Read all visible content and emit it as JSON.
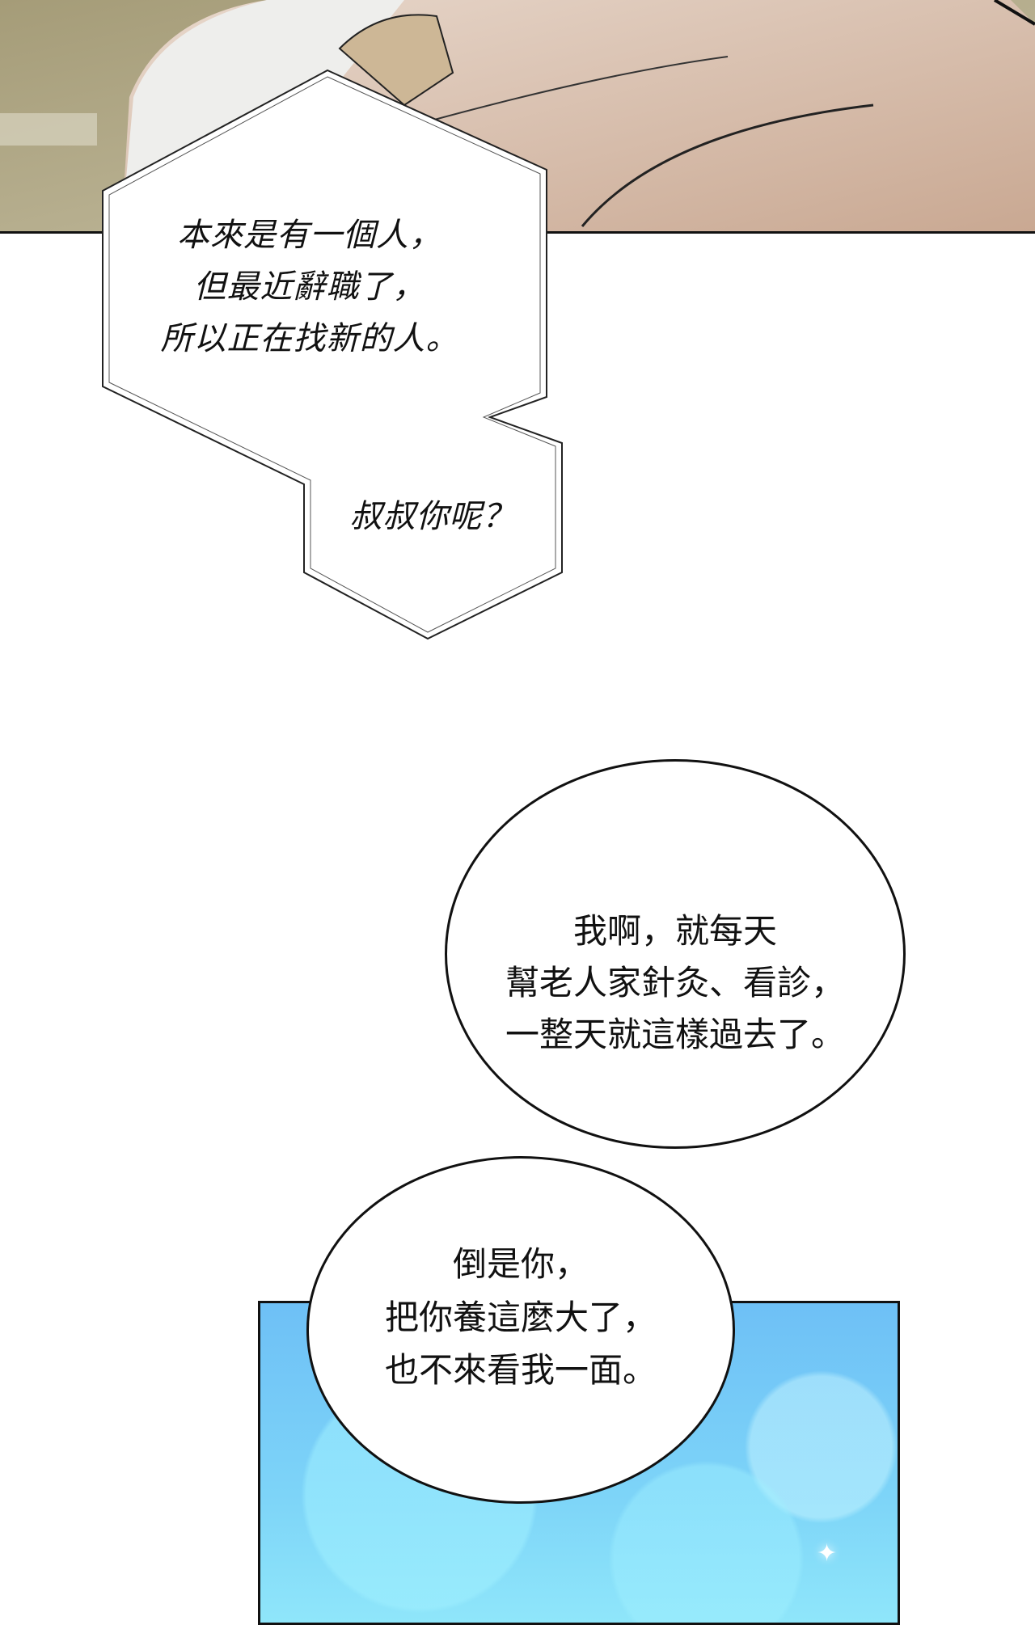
{
  "panel_top": {
    "description_colors": {
      "bg": "#c9b8a2",
      "border": "#111111"
    }
  },
  "hex_bubble": {
    "lines": [
      "本來是有一個人，",
      "但最近辭職了，",
      "所以正在找新的人。"
    ],
    "question": "叔叔你呢？"
  },
  "round_bubble": {
    "top_lines": [
      "我啊，就每天",
      "幫老人家針灸、看診，",
      "一整天就這樣過去了。"
    ],
    "bottom_lines": [
      "倒是你，",
      "把你養這麼大了，",
      "也不來看我一面。"
    ]
  },
  "colors": {
    "sky": "#6ec0f6",
    "ink": "#111111"
  }
}
